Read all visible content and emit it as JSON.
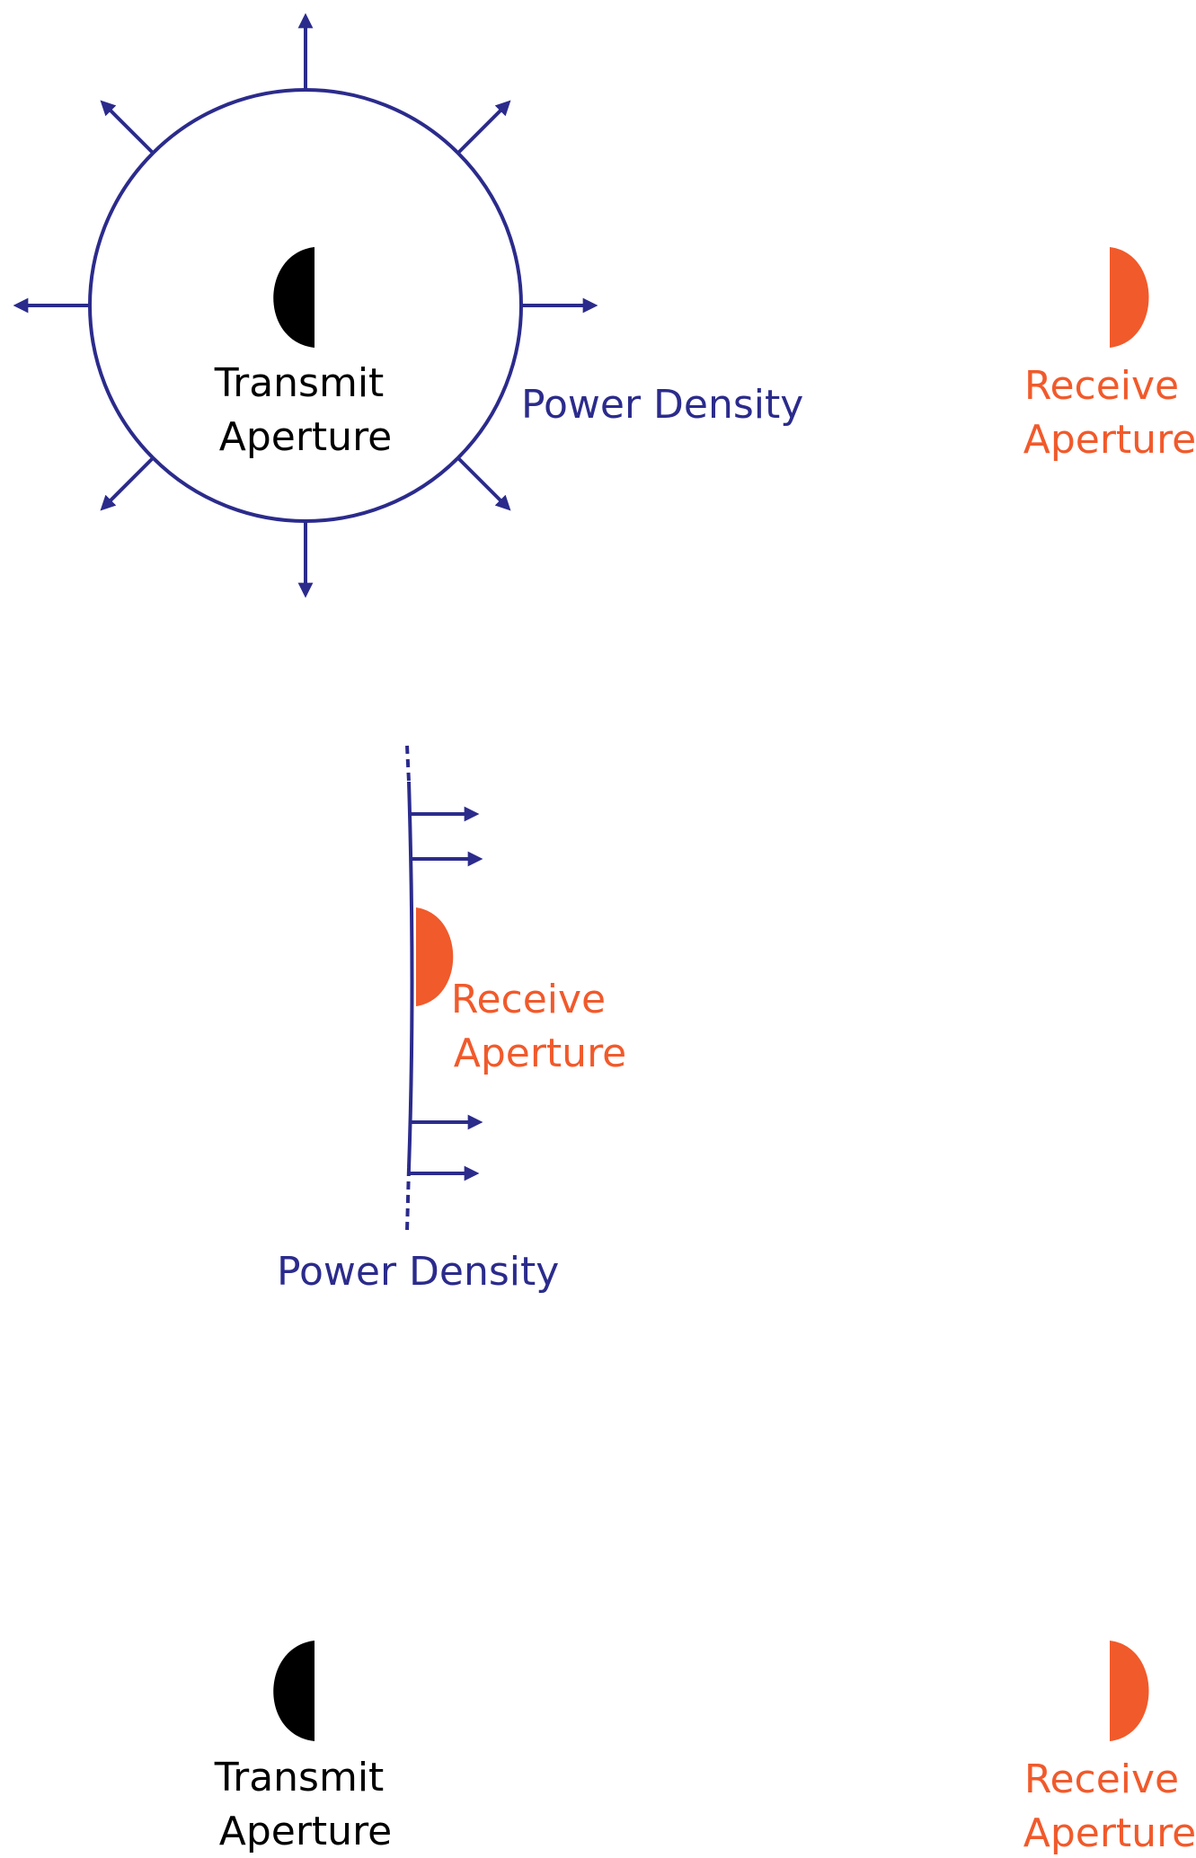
{
  "colors": {
    "wave": "#2b2b8c",
    "transmit": "#000000",
    "receive": "#f15a2b",
    "background": "#ffffff"
  },
  "top_panel": {
    "transmit_label": [
      "Transmit",
      "Aperture"
    ],
    "power_label": "Power Density",
    "receive_label": [
      "Receive",
      "Aperture"
    ]
  },
  "middle_panel": {
    "receive_label": [
      "Receive",
      "Aperture"
    ],
    "power_label": "Power Density"
  },
  "bottom_panel": {
    "transmit_label": [
      "Transmit",
      "Aperture"
    ],
    "receive_label": [
      "Receive",
      "Aperture"
    ]
  }
}
